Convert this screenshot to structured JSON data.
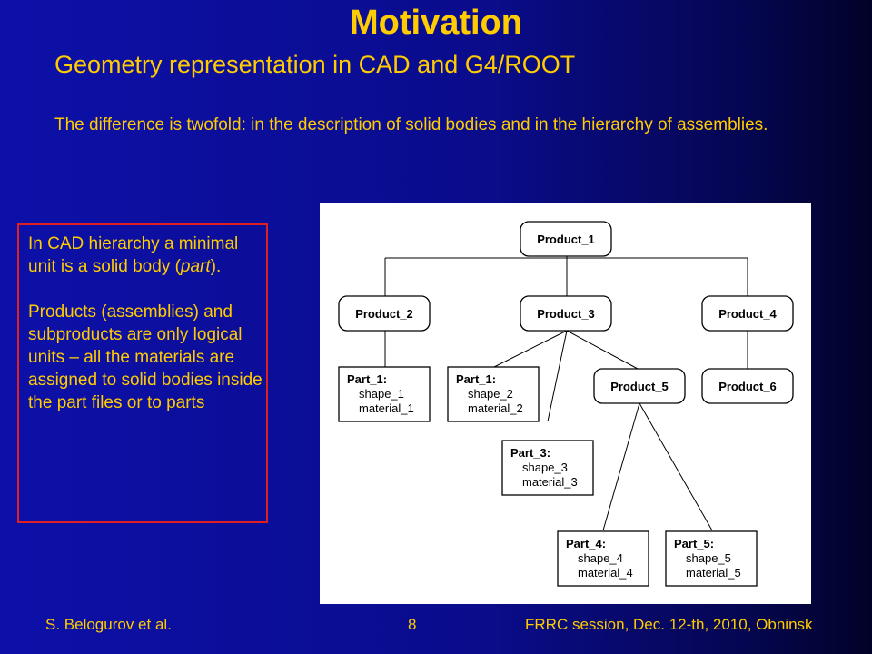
{
  "slide": {
    "title": "Motivation",
    "subtitle": "Geometry representation in CAD and G4/ROOT",
    "intro": "The difference is twofold: in the description of solid bodies and in the hierarchy of assemblies."
  },
  "note": {
    "p1_prefix": "In CAD hierarchy a minimal unit  is a solid body (",
    "p1_italic": "part",
    "p1_suffix": ").",
    "p2": "Products (assemblies) and subproducts are only logical units – all the materials are assigned to solid bodies inside the part files or to parts"
  },
  "diagram": {
    "nodes": {
      "product_1": "Product_1",
      "product_2": "Product_2",
      "product_3": "Product_3",
      "product_4": "Product_4",
      "product_5": "Product_5",
      "product_6": "Product_6"
    },
    "parts": {
      "p2_part1": {
        "name": "Part_1:",
        "shape": "shape_1",
        "material": "material_1"
      },
      "p3_part1": {
        "name": "Part_1:",
        "shape": "shape_2",
        "material": "material_2"
      },
      "p3_part3": {
        "name": "Part_3:",
        "shape": "shape_3",
        "material": "material_3"
      },
      "p5_part4": {
        "name": "Part_4:",
        "shape": "shape_4",
        "material": "material_4"
      },
      "p5_part5": {
        "name": "Part_5:",
        "shape": "shape_5",
        "material": "material_5"
      }
    }
  },
  "footer": {
    "author": "S. Belogurov et  al.",
    "page": "8",
    "event": "FRRC session,  Dec. 12-th, 2010, Obninsk"
  }
}
